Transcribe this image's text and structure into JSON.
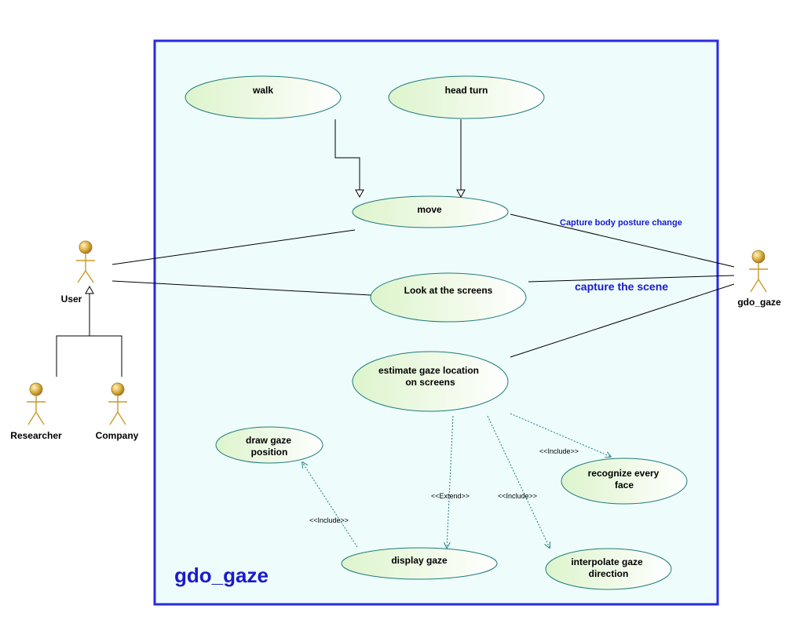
{
  "system": {
    "name": "gdo_gaze",
    "border_color": "#2a2ae0",
    "fill_color": "#eefcfc"
  },
  "colors": {
    "usecase_fill_start": "#ddf4cc",
    "usecase_fill_end": "#ffffff",
    "usecase_stroke": "#1e7b7b",
    "actor_color": "#c89a2a",
    "note_color": "#1a1acc",
    "dependency_color": "#1e7b7b"
  },
  "actors": {
    "user": "User",
    "researcher": "Researcher",
    "company": "Company",
    "gdo_gaze": "gdo_gaze"
  },
  "use_cases": {
    "walk": "walk",
    "head_turn": "head turn",
    "move": "move",
    "look_screens": "Look at the screens",
    "estimate_line1": "estimate gaze location",
    "estimate_line2": "on screens",
    "draw_line1": "draw gaze",
    "draw_line2": "position",
    "recognize_line1": "recognize every",
    "recognize_line2": "face",
    "display_gaze": "display gaze",
    "interpolate_line1": "interpolate gaze",
    "interpolate_line2": "direction"
  },
  "notes": {
    "capture_posture": "Capture body posture change",
    "capture_scene": "capture the scene"
  },
  "stereotypes": {
    "include_recognize": "<<Include>>",
    "extend_display": "<<Extend>>",
    "include_interpolate": "<<Include>>",
    "include_draw": "<<Include>>"
  }
}
